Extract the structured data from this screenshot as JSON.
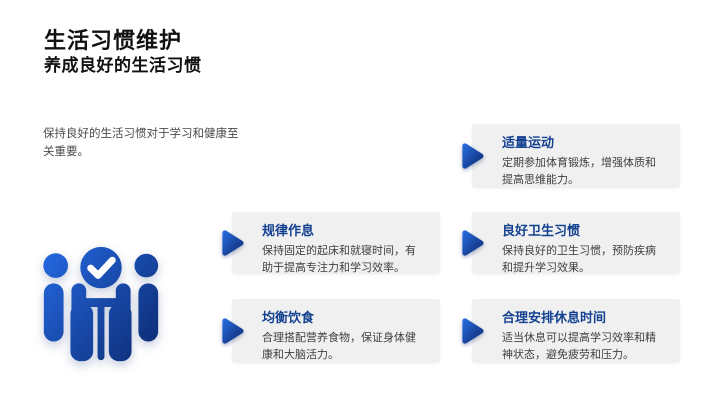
{
  "slide": {
    "title": "生活习惯维护",
    "subtitle": "养成良好的生活习惯",
    "intro": "保持良好的生活习惯对于学习和健康至关重要。",
    "cards": [
      {
        "title": "适量运动",
        "desc": "定期参加体育锻炼，增强体质和提高思维能力。"
      },
      {
        "title": "规律作息",
        "desc": "保持固定的起床和就寝时间，有助于提高专注力和学习效率。"
      },
      {
        "title": "良好卫生习惯",
        "desc": "保持良好的卫生习惯，预防疾病和提升学习效果。"
      },
      {
        "title": "均衡饮食",
        "desc": "合理搭配营养食物，保证身体健康和大脑活力。"
      },
      {
        "title": "合理安排休息时间",
        "desc": "适当休息可以提高学习效率和精神状态，避免疲劳和压力。"
      }
    ],
    "icons": {
      "hero": "people-meeting-check-icon",
      "bullet": "play-arrow-icon"
    },
    "colors": {
      "background": "#ffffff",
      "title_text": "#111111",
      "body_text": "#3e3e3e",
      "intro_text": "#4a4a4a",
      "card_background": "#f0f0f1",
      "card_title_blue": "#14418f",
      "icon_gradient_start": "#2468e0",
      "icon_gradient_end": "#0d2c74"
    }
  }
}
